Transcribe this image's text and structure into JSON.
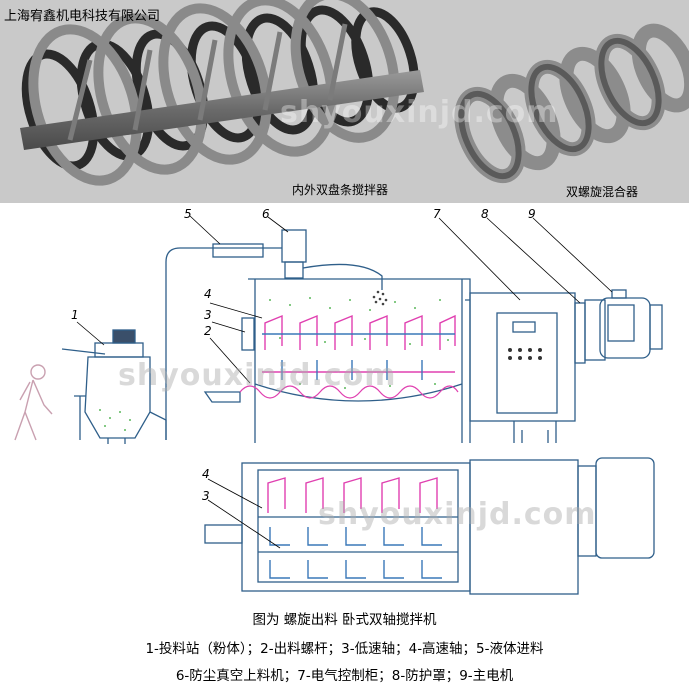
{
  "header": {
    "company": "上海宥鑫机电科技有限公司",
    "image1_caption": "内外双盘条搅拌器",
    "image2_caption": "双螺旋混合器",
    "watermark": "shyouxinjd.com"
  },
  "diagram": {
    "watermark": "shyouxinjd.com",
    "callouts": [
      "1",
      "2",
      "3",
      "4",
      "5",
      "6",
      "7",
      "8",
      "9"
    ],
    "plan_callouts": [
      "4",
      "3"
    ],
    "colors": {
      "line": "#2f5f8a",
      "high_speed": "#e040b0",
      "low_speed": "#3a78b8",
      "powder": "#5cb85c"
    }
  },
  "caption": {
    "title": "图为 螺旋出料 卧式双轴搅拌机",
    "legend_line1": "1-投料站（粉体）；2-出料螺杆；3-低速轴；4-高速轴；5-液体进料",
    "legend_line2": "6-防尘真空上料机；7-电气控制柜；8-防护罩；9-主电机"
  }
}
